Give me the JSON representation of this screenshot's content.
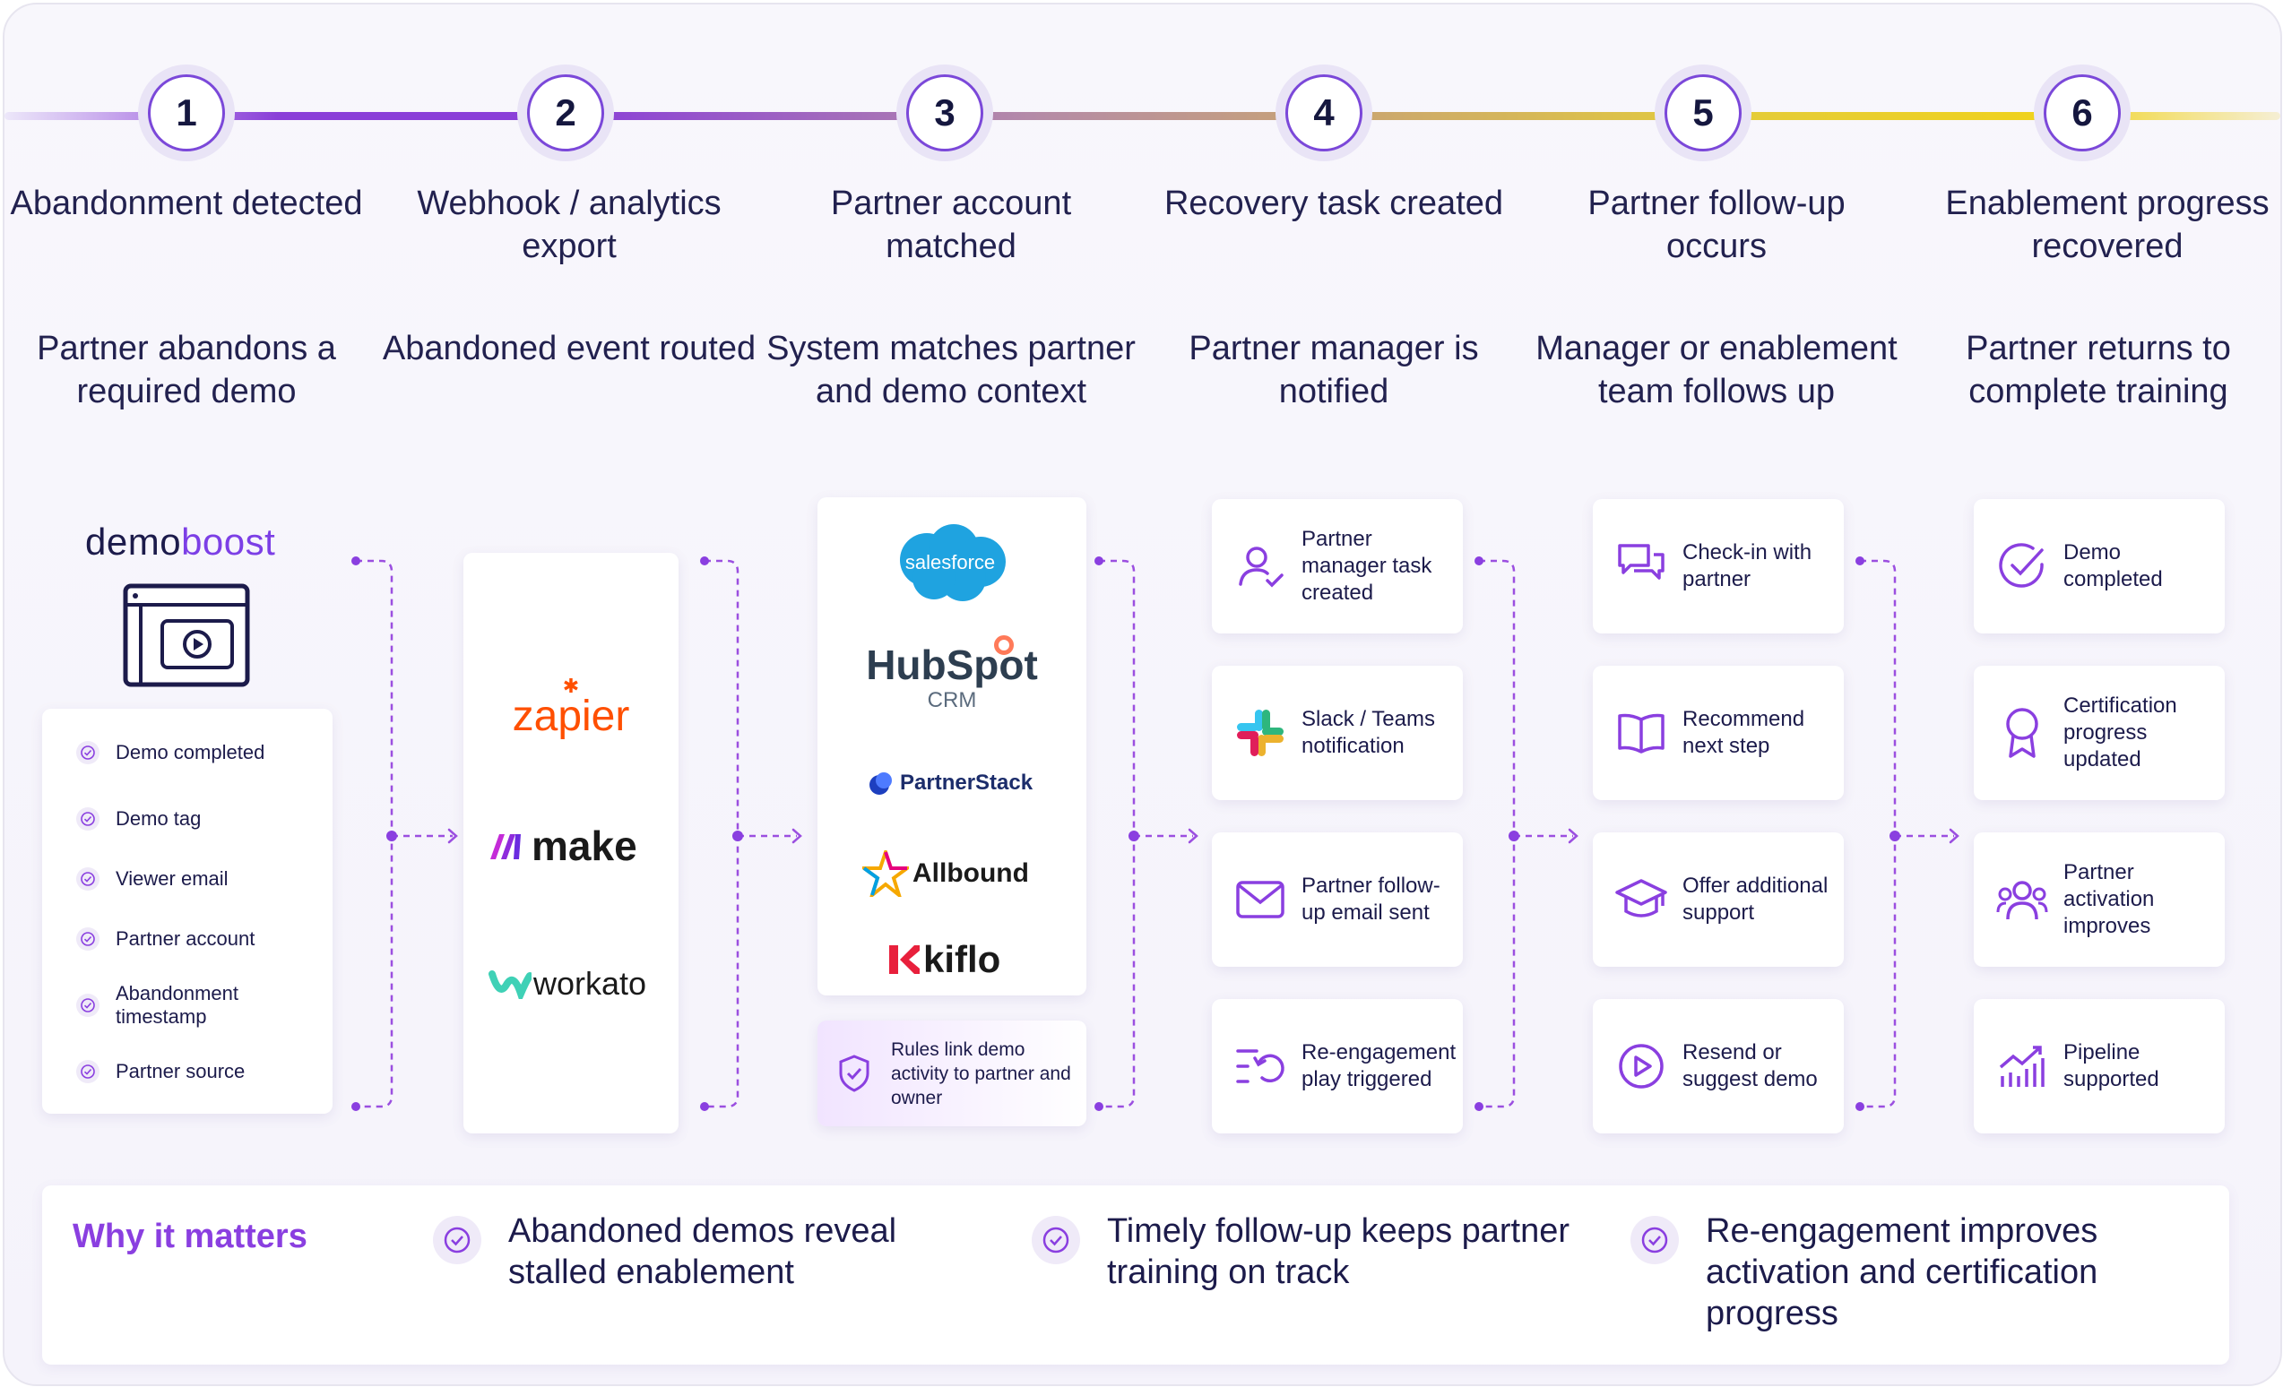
{
  "steps": [
    {
      "number": "1",
      "title": "Abandonment detected",
      "desc": "Partner abandons a required demo"
    },
    {
      "number": "2",
      "title": "Webhook / analytics export",
      "desc": "Abandoned event routed"
    },
    {
      "number": "3",
      "title": "Partner account matched",
      "desc": "System matches partner and demo context"
    },
    {
      "number": "4",
      "title": "Recovery task created",
      "desc": "Partner manager is notified"
    },
    {
      "number": "5",
      "title": "Partner follow-up occurs",
      "desc": "Manager or enablement team follows up"
    },
    {
      "number": "6",
      "title": "Enablement progress recovered",
      "desc": "Partner returns to complete training"
    }
  ],
  "col1": {
    "logo_left": "demo",
    "logo_right": "boost",
    "fields": [
      "Demo completed",
      "Demo tag",
      "Viewer email",
      "Partner account",
      "Abandonment timestamp",
      "Partner source"
    ]
  },
  "col2": {
    "logos": [
      "zapier",
      "make",
      "workato"
    ]
  },
  "col3": {
    "logos": [
      "salesforce",
      "HubSpot",
      "CRM",
      "PartnerStack",
      "Allbound",
      "kiflo"
    ],
    "rules": "Rules link demo activity to partner and owner"
  },
  "col4": [
    {
      "label": "Partner manager task created",
      "icon": "user-icon"
    },
    {
      "label": "Slack / Teams notification",
      "icon": "slack-icon"
    },
    {
      "label": "Partner follow-up email sent",
      "icon": "mail-icon"
    },
    {
      "label": "Re-engagement play triggered",
      "icon": "replay-list-icon"
    }
  ],
  "col5": [
    {
      "label": "Check-in with partner",
      "icon": "chat-icon"
    },
    {
      "label": "Recommend next step",
      "icon": "book-icon"
    },
    {
      "label": "Offer additional support",
      "icon": "graduation-cap-icon"
    },
    {
      "label": "Resend or suggest demo",
      "icon": "play-circle-icon"
    }
  ],
  "col6": [
    {
      "label": "Demo completed",
      "icon": "check-circle-icon"
    },
    {
      "label": "Certification progress updated",
      "icon": "award-icon"
    },
    {
      "label": "Partner activation improves",
      "icon": "users-icon"
    },
    {
      "label": "Pipeline supported",
      "icon": "chart-up-icon"
    }
  ],
  "why": {
    "title": "Why it matters",
    "items": [
      "Abandoned demos reveal stalled enablement",
      "Timely follow-up keeps partner training on track",
      "Re-engagement improves activation and certification progress"
    ]
  },
  "colors": {
    "accent": "#8a3fe0",
    "text": "#1c1b4b",
    "dashed": "#9b4fe0"
  }
}
